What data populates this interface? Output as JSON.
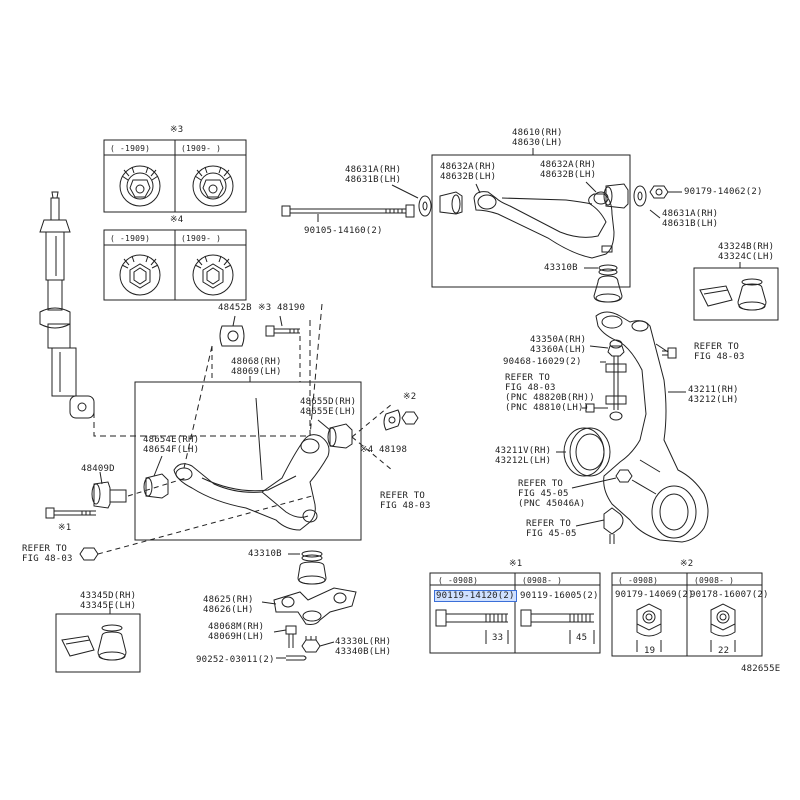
{
  "diagram_code": "482655E",
  "notes": {
    "n1": "※1",
    "n2": "※2",
    "n3": "※3",
    "n4": "※4"
  },
  "inset3": {
    "left_header": "(     -1909)",
    "right_header": "(1909-     )"
  },
  "inset4": {
    "left_header": "(     -1909)",
    "right_header": "(1909-     )"
  },
  "parts": {
    "p48610": "48610(RH)",
    "p48630": "48630(LH)",
    "p48631a_l": "48631A(RH)",
    "p48631b_l": "48631B(LH)",
    "p48632a_l": "48632A(RH)",
    "p48632b_l": "48632B(LH)",
    "p48632a_r": "48632A(RH)",
    "p48632b_r": "48632B(LH)",
    "p90179_14062": "90179-14062(2)",
    "p48631a_r": "48631A(RH)",
    "p48631b_r": "48631B(LH)",
    "p90105": "90105-14160(2)",
    "p43310b_top": "43310B",
    "p43324b": "43324B(RH)",
    "p43324c": "43324C(LH)",
    "p48452b": "48452B",
    "p48190": "※3 48190",
    "p48068": "48068(RH)",
    "p48069": "48069(LH)",
    "p48655d": "48655D(RH)",
    "p48655e": "48655E(LH)",
    "p48654e": "48654E(RH)",
    "p48654f": "48654F(LH)",
    "p48198": "※4 48198",
    "p48409d": "48409D",
    "p43310b_bot": "43310B",
    "p48625": "48625(RH)",
    "p48626": "48626(LH)",
    "p48068m": "48068M(RH)",
    "p48069h": "48069H(LH)",
    "p43330l": "43330L(RH)",
    "p43340b": "43340B(LH)",
    "p90252": "90252-03011(2)",
    "p43345d": "43345D(RH)",
    "p43345e": "43345E(LH)",
    "p43350a": "43350A(RH)",
    "p43360a": "43360A(LH)",
    "p90468": "90468-16029(2)",
    "p43211": "43211(RH)",
    "p43212": "43212(LH)",
    "p43211v": "43211V(RH)",
    "p43212l": "43212L(LH)"
  },
  "refs": {
    "r_4803_right_1": "REFER TO",
    "r_4803_right_2": "FIG 48-03",
    "r_4803_mid_1": "REFER TO",
    "r_4803_mid_2": "FIG 48-03",
    "r_4803_pnc_3": "(PNC 48820B(RH))",
    "r_4803_pnc_4": "(PNC 48810(LH))",
    "r_4803_arm_1": "REFER TO",
    "r_4803_arm_2": "FIG 48-03",
    "r_4803_left_1": "REFER TO",
    "r_4803_left_2": "FIG 48-03",
    "r_4505_a_1": "REFER TO",
    "r_4505_a_2": "FIG 45-05",
    "r_4505_a_3": "(PNC 45046A)",
    "r_4505_b_1": "REFER TO",
    "r_4505_b_2": "FIG 45-05"
  },
  "bolt_table": {
    "header_left": "(     -0908)",
    "header_right": "(0908-     )",
    "left_part": "90119-14120(2)",
    "right_part": "90119-16005(2)",
    "dim_left": "33",
    "dim_right": "45"
  },
  "nut_table": {
    "header_left": "(     -0908)",
    "header_right": "(0908-     )",
    "left_part": "90179-14069(2)",
    "right_part": "90178-16007(2)",
    "dim_left": "19",
    "dim_right": "22"
  },
  "colors": {
    "line": "#222222",
    "highlight": "#cfe0ff",
    "highlight_border": "#3b6fd8"
  }
}
